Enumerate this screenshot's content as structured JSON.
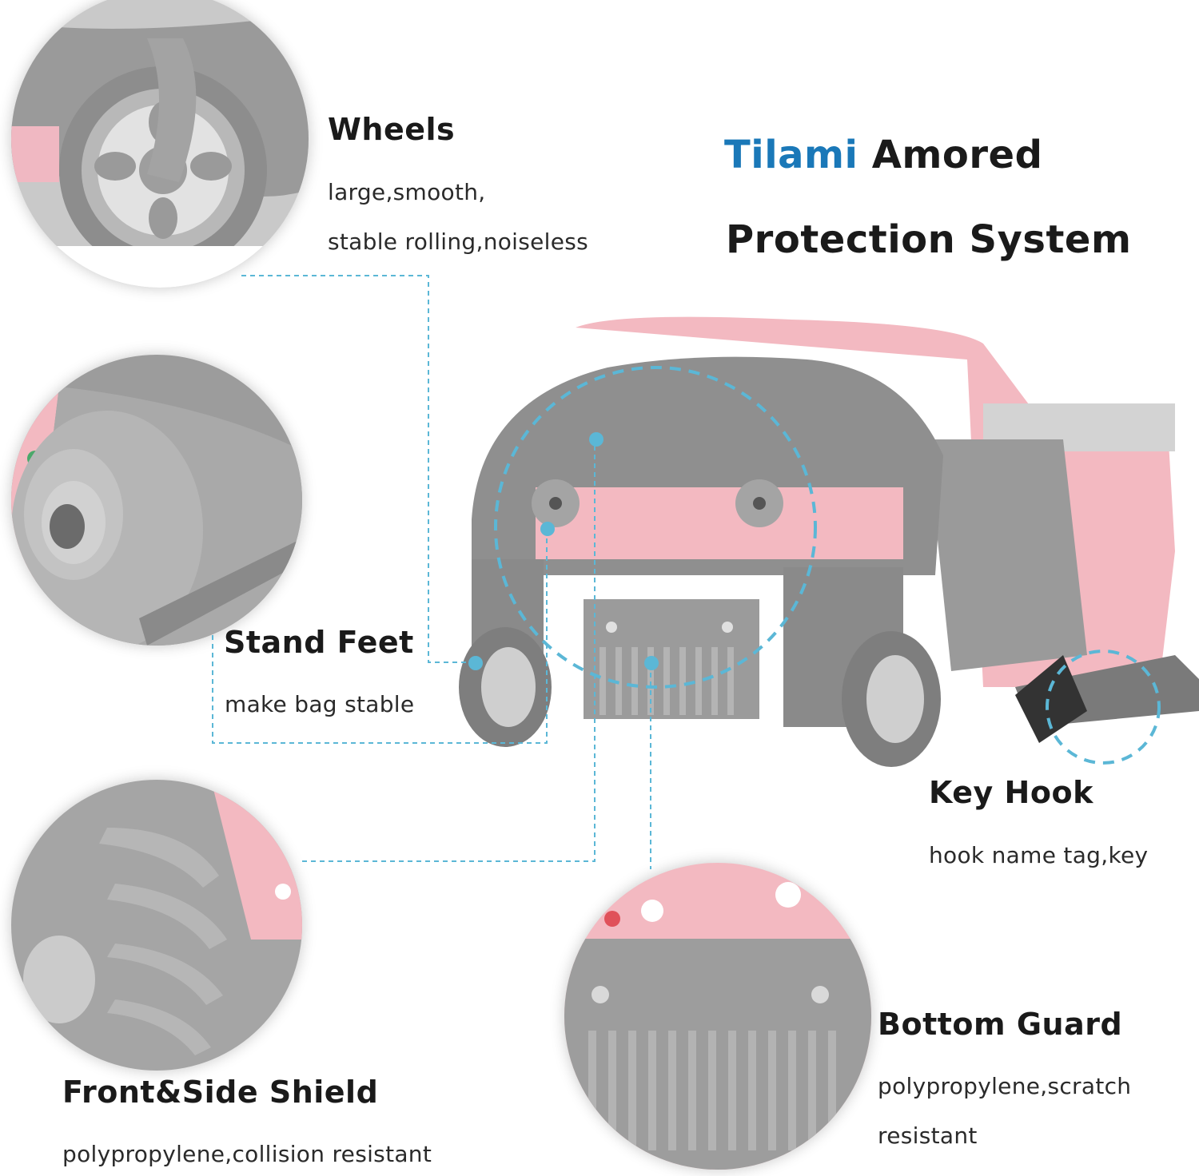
{
  "title": {
    "brand": "Tilami",
    "line1_rest": " Amored",
    "line2": "Protection System"
  },
  "colors": {
    "brand": "#1a78b8",
    "dashed_line": "#5bb7d6",
    "shell_gray": "#8c8c8c",
    "fabric_pink": "#f3b9c1"
  },
  "features": {
    "wheels": {
      "heading": "Wheels",
      "desc1": "large,smooth,",
      "desc2": "stable rolling,noiseless"
    },
    "stand_feet": {
      "heading": "Stand Feet",
      "desc1": "make bag stable"
    },
    "key_hook": {
      "heading": "Key Hook",
      "desc1": "hook name tag,key"
    },
    "front_side_shield": {
      "heading": "Front&Side Shield",
      "desc1": "polypropylene,collision resistant"
    },
    "bottom_guard": {
      "heading": "Bottom Guard",
      "desc1": "polypropylene,scratch",
      "desc2": "resistant"
    }
  }
}
